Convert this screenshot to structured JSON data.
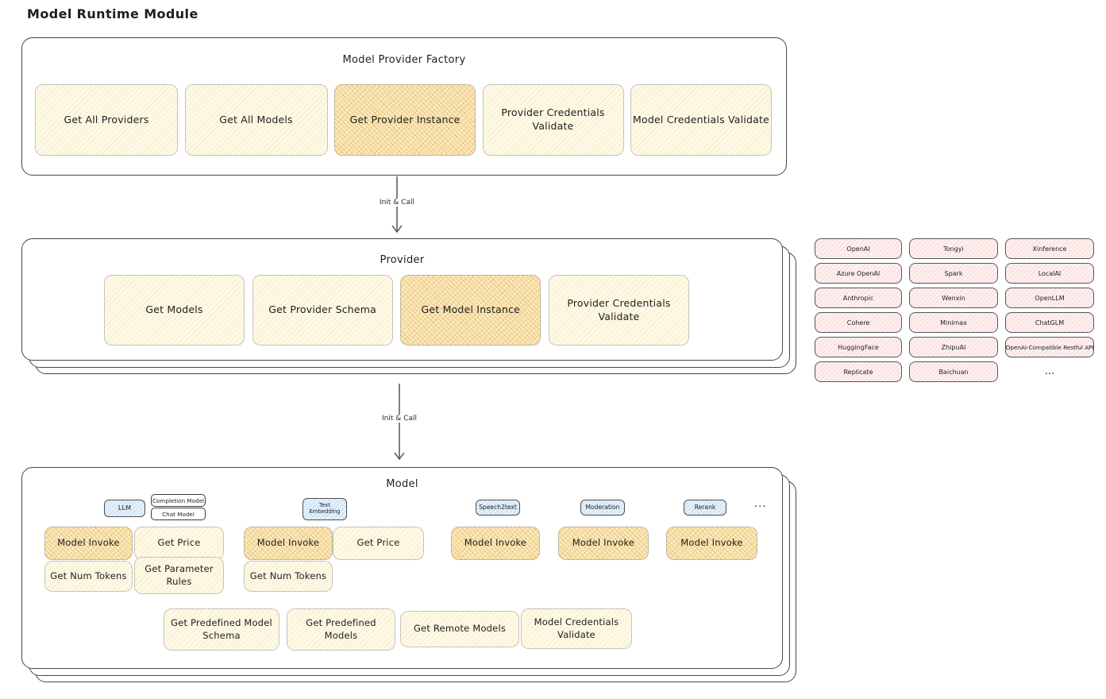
{
  "page": {
    "title": "Model Runtime Module"
  },
  "arrows": {
    "label1": "Init & Call",
    "label2": "Init & Call"
  },
  "colors": {
    "light_yellow_fill": "#fdf9e7",
    "highlight_orange_fill": "#f9ebc2",
    "pink_fill": "#fdf1f0",
    "blue_fill": "#e4f1fb",
    "border_dark": "#45474b"
  },
  "factory": {
    "title": "Model Provider Factory",
    "buttons": [
      {
        "label": "Get All Providers",
        "highlighted": false
      },
      {
        "label": "Get All Models",
        "highlighted": false
      },
      {
        "label": "Get Provider Instance",
        "highlighted": true
      },
      {
        "label": "Provider Credentials Validate",
        "highlighted": false
      },
      {
        "label": "Model Credentials Validate",
        "highlighted": false
      }
    ]
  },
  "provider": {
    "title": "Provider",
    "buttons": [
      {
        "label": "Get Models",
        "highlighted": false
      },
      {
        "label": "Get Provider Schema",
        "highlighted": false
      },
      {
        "label": "Get Model Instance",
        "highlighted": true
      },
      {
        "label": "Provider Credentials Validate",
        "highlighted": false
      }
    ]
  },
  "providers_list": {
    "items": [
      "OpenAI",
      "Tongyi",
      "Xinference",
      "Azure OpenAI",
      "Spark",
      "LocalAI",
      "Anthropic",
      "Wenxin",
      "OpenLLM",
      "Cohere",
      "Minimax",
      "ChatGLM",
      "HuggingFace",
      "ZhipuAI",
      "OpenAI-Compatible Restful API",
      "Replicate",
      "Baichuan"
    ],
    "more": "..."
  },
  "model": {
    "title": "Model",
    "tags": {
      "llm": "LLM",
      "completion": "Completion Model",
      "chat": "Chat Model",
      "text_embedding": "Text Embedding",
      "speech2text": "Speech2text",
      "moderation": "Moderation",
      "rerank": "Rerank",
      "more": "..."
    },
    "llm": {
      "invoke": "Model Invoke",
      "price": "Get Price",
      "tokens": "Get Num Tokens",
      "params": "Get Parameter Rules"
    },
    "embedding": {
      "invoke": "Model Invoke",
      "price": "Get Price",
      "tokens": "Get Num Tokens"
    },
    "speech2text_invoke": "Model Invoke",
    "moderation_invoke": "Model Invoke",
    "rerank_invoke": "Model Invoke",
    "common": [
      "Get Predefined Model Schema",
      "Get Predefined Models",
      "Get Remote Models",
      "Model Credentials Validate"
    ]
  }
}
